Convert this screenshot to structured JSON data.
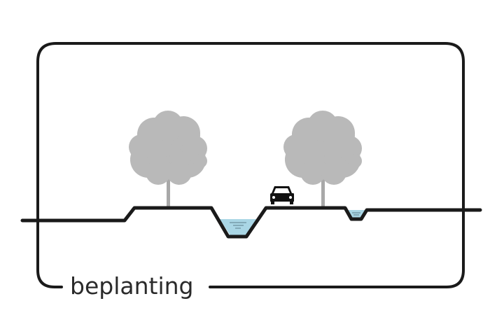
{
  "diagram": {
    "label": "beplanting",
    "colors": {
      "outline": "#1a1a1a",
      "tree": "#b9b9b9",
      "trunk": "#a8a8a8",
      "water": "#a9d6e5",
      "water_lines": "#5d7f8c",
      "car": "#111111"
    },
    "elements": {
      "frame": "rounded-frame",
      "ground": "road-cross-section",
      "trees": [
        "tree-left",
        "tree-right"
      ],
      "vehicle": "car-icon",
      "ditches": [
        "ditch-large",
        "ditch-small"
      ]
    }
  }
}
